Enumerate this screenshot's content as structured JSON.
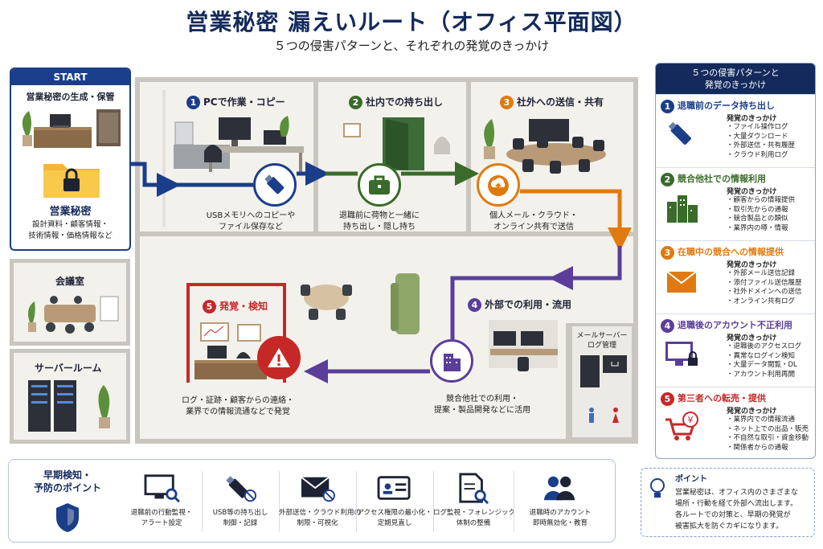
{
  "title": "営業秘密 漏えいルート（オフィス平面図）",
  "subtitle": "５つの侵害パターンと、それぞれの発覚のきっかけ",
  "start": {
    "label": "START",
    "caption": "営業秘密の生成・保管",
    "folder_title": "営業秘密",
    "folder_desc_1": "設計資料・顧客情報・",
    "folder_desc_2": "技術情報・価格情報など"
  },
  "rooms": {
    "meeting": "会議室",
    "server": "サーバールーム",
    "mail_log_1": "メールサーバー",
    "mail_log_2": "ログ管理"
  },
  "steps": [
    {
      "num": "1",
      "title": "PCで作業・コピー",
      "cap1": "USBメモリへのコピーや",
      "cap2": "ファイル保存など",
      "color": "#1b3e8a"
    },
    {
      "num": "2",
      "title": "社内での持ち出し",
      "cap1": "退職前に荷物と一緒に",
      "cap2": "持ち出し・隠し持ち",
      "color": "#3a6b2a"
    },
    {
      "num": "3",
      "title": "社外への送信・共有",
      "cap1": "個人メール・クラウド・",
      "cap2": "オンライン共有で送信",
      "color": "#e07a10"
    },
    {
      "num": "4",
      "title": "外部での利用・流用",
      "cap1": "競合他社での利用・",
      "cap2": "提案・製品開発などに活用",
      "color": "#5a3e9a"
    },
    {
      "num": "5",
      "title": "発覚・検知",
      "cap1": "ログ・証跡・顧客からの連絡・",
      "cap2": "業界での情報流通などで発覚",
      "color": "#c62828"
    }
  ],
  "panel": {
    "head_1": "５つの侵害パターンと",
    "head_2": "発覚のきっかけ",
    "sub_label": "発覚のきっかけ",
    "patterns": [
      {
        "num": "1",
        "title": "退職前のデータ持ち出し",
        "color": "#1b3e8a",
        "icon": "usb-icon",
        "items": [
          "ファイル操作ログ",
          "大量ダウンロード",
          "外部送信・共有履歴",
          "クラウド利用ログ"
        ]
      },
      {
        "num": "2",
        "title": "競合他社での情報利用",
        "color": "#3a6b2a",
        "icon": "buildings-icon",
        "items": [
          "顧客からの情報提供",
          "取引先からの通報",
          "競合製品との類似",
          "業界内の噂・情報"
        ]
      },
      {
        "num": "3",
        "title": "在職中の競合への情報提供",
        "color": "#e07a10",
        "icon": "envelope-icon",
        "items": [
          "外部メール送信記録",
          "添付ファイル送信履歴",
          "社外ドメインへの送信",
          "オンライン共有ログ"
        ]
      },
      {
        "num": "4",
        "title": "退職後のアカウント不正利用",
        "color": "#5a3e9a",
        "icon": "monitor-lock-icon",
        "items": [
          "退職後のアクセスログ",
          "異常なログイン検知",
          "大量データ閲覧・DL",
          "アカウント利用再開"
        ]
      },
      {
        "num": "5",
        "title": "第三者への転売・提供",
        "color": "#c62828",
        "icon": "cart-yen-icon",
        "items": [
          "業界内での情報流通",
          "ネット上での出品・販売",
          "不自然な取引・資金移動",
          "関係者からの通報"
        ]
      }
    ]
  },
  "bottom": {
    "heading_1": "早期検知・",
    "heading_2": "予防のポイント",
    "tips": [
      {
        "l1": "退職前の行動監視・",
        "l2": "アラート設定",
        "icon": "monitor-search-icon"
      },
      {
        "l1": "USB等の持ち出し",
        "l2": "制御・記録",
        "icon": "usb-blocked-icon"
      },
      {
        "l1": "外部送信・クラウド利用の",
        "l2": "制限・可視化",
        "icon": "mail-blocked-icon"
      },
      {
        "l1": "アクセス権限の最小化・",
        "l2": "定期見直し",
        "icon": "id-card-icon"
      },
      {
        "l1": "ログ監視・フォレンジック",
        "l2": "体制の整備",
        "icon": "document-search-icon"
      },
      {
        "l1": "退職時のアカウント",
        "l2": "即時無効化・教育",
        "icon": "users-icon"
      }
    ]
  },
  "point": {
    "title": "ポイント",
    "l1": "営業秘密は、オフィス内のさまざまな",
    "l2": "場所・行動を経て外部へ流出します。",
    "l3": "各ルートでの対策と、早期の発覚が",
    "l4": "被害拡大を防ぐカギになります。"
  }
}
